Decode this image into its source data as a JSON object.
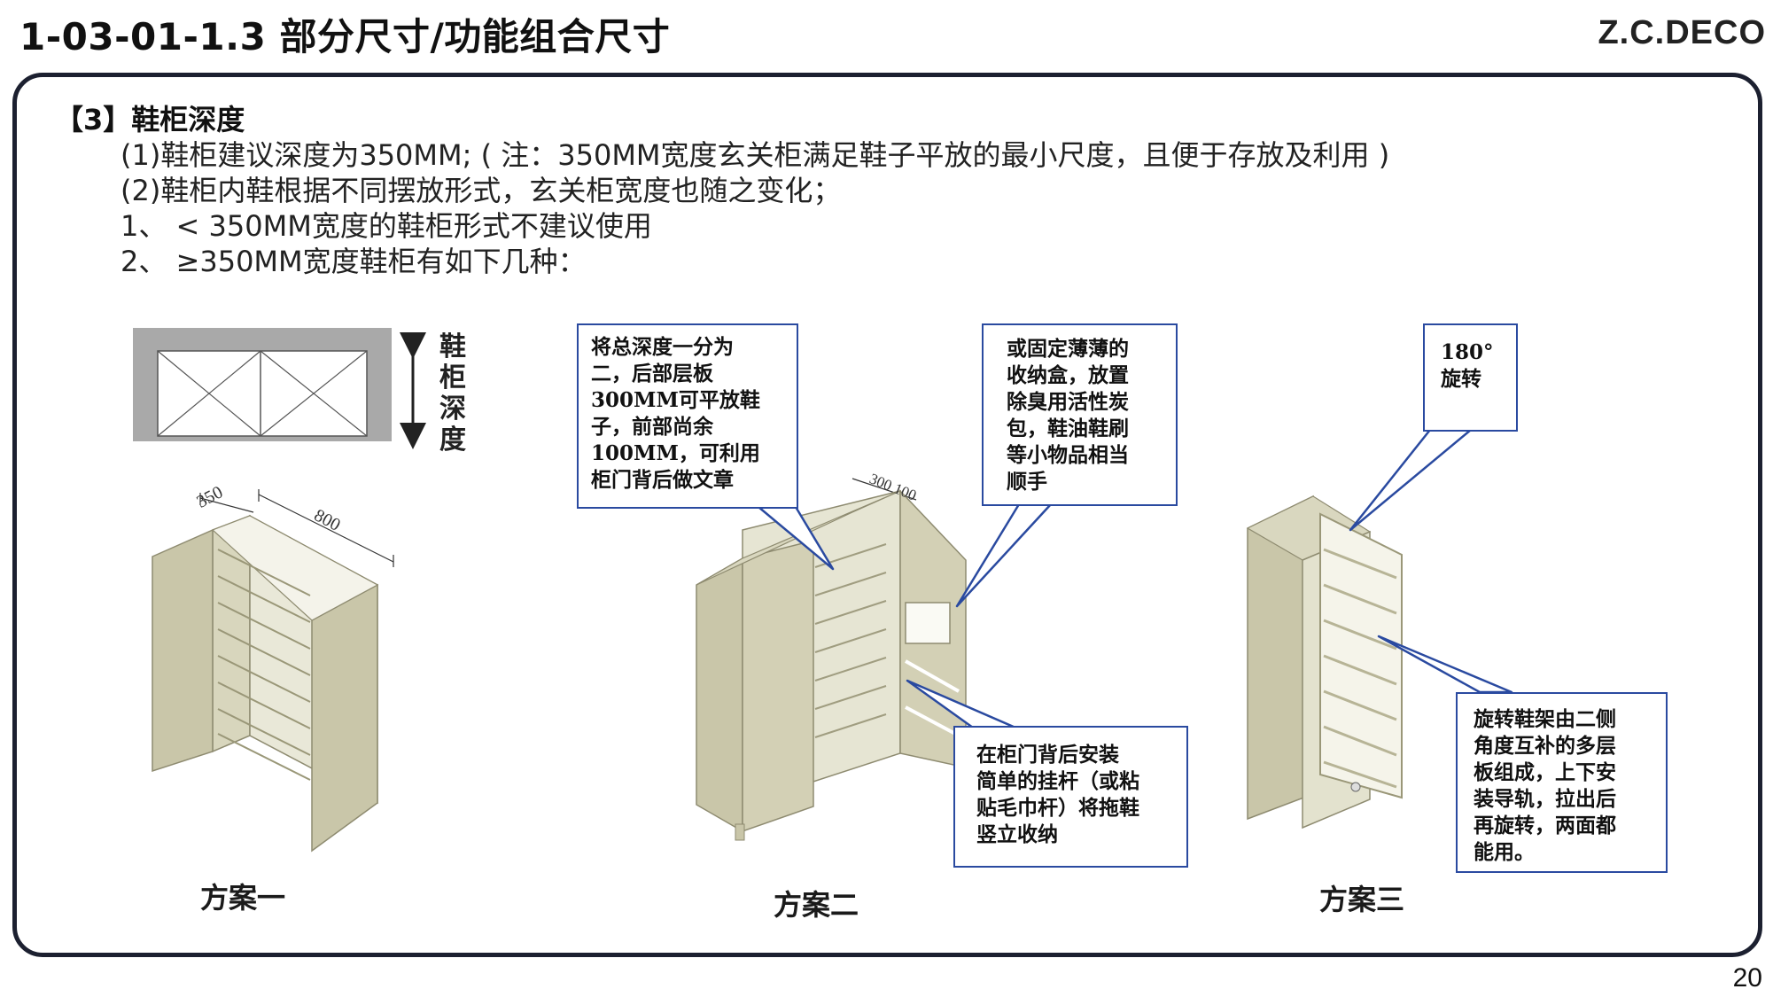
{
  "header": {
    "title": "1-03-01-1.3 部分尺寸/功能组合尺寸",
    "brand": "Z.C.DECO"
  },
  "page_number": "20",
  "section": {
    "title": "【3】鞋柜深度",
    "lines": [
      "(1)鞋柜建议深度为350MM; ( 注：350MM宽度玄关柜满足鞋子平放的最小尺度，且便于存放及利用 )",
      "(2)鞋柜内鞋根据不同摆放形式，玄关柜宽度也随之变化；",
      "1、 < 350MM宽度的鞋柜形式不建议使用",
      "2、 ≥350MM宽度鞋柜有如下几种："
    ]
  },
  "depth_label": "鞋柜深度",
  "dimensions": {
    "depth": "350",
    "width": "800",
    "split": "300 100"
  },
  "callouts": {
    "split_depth": [
      "将总深度一分为",
      "二，后部层板",
      "300MM可平放鞋",
      "子，前部尚余",
      "100MM，可利用",
      "柜门背后做文章"
    ],
    "storage_box": [
      "或固定薄薄的",
      "收纳盒，放置",
      "除臭用活性炭",
      "包，鞋油鞋刷",
      "等小物品相当",
      "顺手"
    ],
    "rotate": [
      "180°",
      "旋转"
    ],
    "hanging_rod": [
      "在柜门背后安装",
      "简单的挂杆（或粘",
      "贴毛巾杆）将拖鞋",
      "竖立收纳"
    ],
    "rotating_rack": [
      "旋转鞋架由二侧",
      "角度互补的多层",
      "板组成，上下安",
      "装导轨，拉出后",
      "再旋转，两面都",
      "能用。"
    ]
  },
  "schemes": [
    "方案一",
    "方案二",
    "方案三"
  ],
  "colors": {
    "cabinet": "#c9c6a9",
    "cabinet_dark": "#b9b594",
    "callout_border": "#2a4aa0",
    "frame": "#1c2030"
  }
}
